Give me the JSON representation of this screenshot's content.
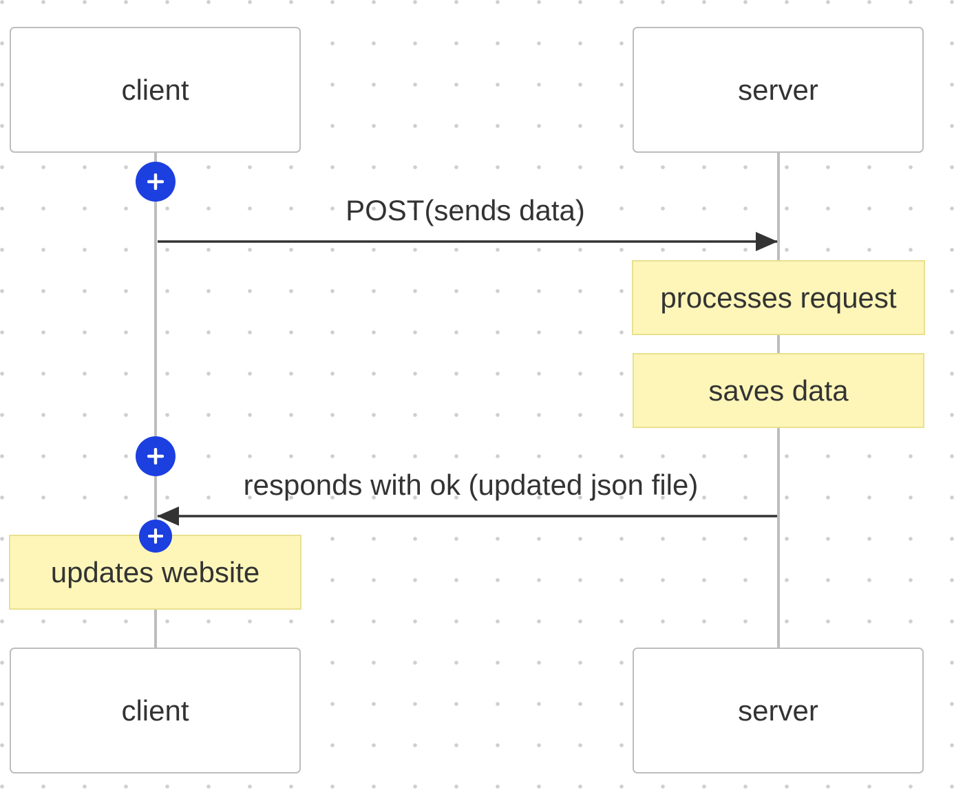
{
  "participants": {
    "client": "client",
    "server": "server"
  },
  "messages": [
    {
      "label": "POST(sends data)",
      "from": "client",
      "to": "server"
    },
    {
      "label": "responds with ok (updated json file)",
      "from": "server",
      "to": "client"
    }
  ],
  "notes": [
    {
      "text": "processes request",
      "over": "server"
    },
    {
      "text": "saves data",
      "over": "server"
    },
    {
      "text": "updates website",
      "over": "client"
    }
  ],
  "colors": {
    "accent": "#1c3fe0",
    "note_fill": "#fdf6b8",
    "lifeline": "#bdbdbd",
    "arrow": "#333333"
  },
  "icons": {
    "add": "plus-icon"
  }
}
